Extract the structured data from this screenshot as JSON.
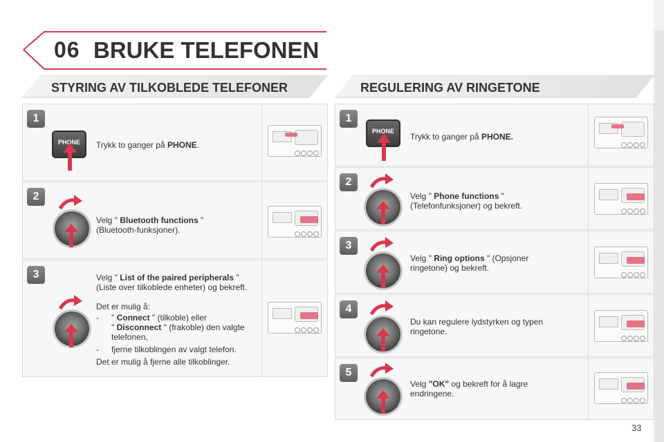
{
  "chapter": {
    "number": "06",
    "title": "BRUKE TELEFONEN"
  },
  "left_section": {
    "title": "STYRING AV TILKOBLEDE TELEFONER",
    "steps": [
      {
        "badge": "1",
        "key_label": "PHONE",
        "lines": [
          {
            "pre": "Trykk to ganger på ",
            "bold": "PHONE",
            "post": "."
          }
        ]
      },
      {
        "badge": "2",
        "lines": [
          {
            "pre": "Velg \" ",
            "bold": "Bluetooth functions",
            "post": " \""
          },
          {
            "pre": "(Bluetooth-funksjoner).",
            "bold": "",
            "post": ""
          }
        ]
      },
      {
        "badge": "3",
        "line1_pre": "Velg \" ",
        "line1_bold": "List of the paired peripherals",
        "line1_post": " \"",
        "line2": "(Liste over tilkoblede enheter) og bekreft.",
        "line3": "Det er mulig å:",
        "bullet_dash": "-",
        "bullet1_pre": "\" ",
        "bullet1_bold": "Connect",
        "bullet1_post": " \" (tilkoble) eller",
        "bullet1b_pre": "\" ",
        "bullet1b_bold": "Disconnect",
        "bullet1b_post": " \" (frakoble) den valgte",
        "bullet1c": "telefonen,",
        "bullet2": "fjerne tilkoblingen av valgt telefon.",
        "line4": "Det er mulig å fjerne alle tilkoblinger."
      }
    ]
  },
  "right_section": {
    "title": "REGULERING AV RINGETONE",
    "steps": [
      {
        "badge": "1",
        "key_label": "PHONE",
        "pre": "Trykk to ganger på ",
        "bold": "PHONE.",
        "post": "",
        "line2": ""
      },
      {
        "badge": "2",
        "pre": "Velg \" ",
        "bold": "Phone functions",
        "post": " \"",
        "line2": "(Telefonfunksjoner) og bekreft."
      },
      {
        "badge": "3",
        "pre": "Velg \" ",
        "bold": "Ring options",
        "post": " \" (Opsjoner",
        "line2": "ringetone) og bekreft."
      },
      {
        "badge": "4",
        "pre": "Du kan regulere lydstyrken og typen",
        "bold": "",
        "post": "",
        "line2": "ringetone."
      },
      {
        "badge": "5",
        "pre": "Velg ",
        "bold": "\"OK\"",
        "post": " og bekreft for å lagre",
        "line2": "endringene."
      }
    ]
  },
  "page_number": "33",
  "colors": {
    "accent": "#d7384f",
    "header_line": "#d7384f",
    "text": "#333333"
  }
}
